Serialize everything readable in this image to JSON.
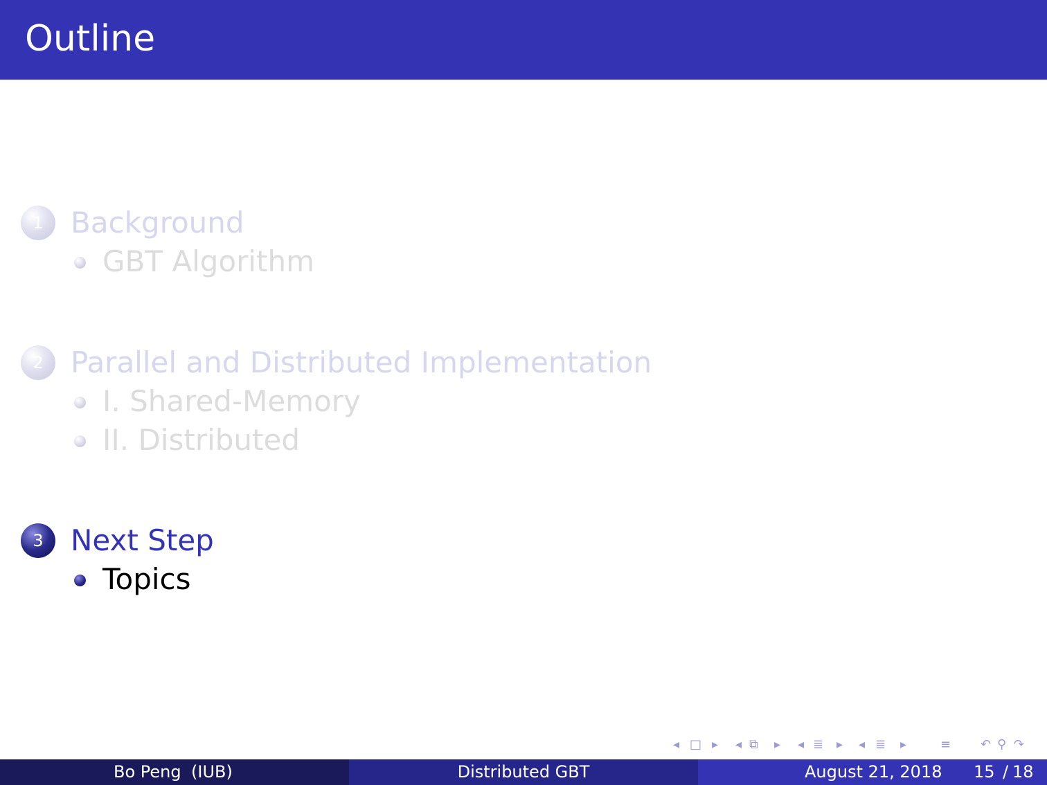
{
  "slide": {
    "title": "Outline"
  },
  "toc": [
    {
      "number": "1",
      "label": "Background",
      "state": "faded",
      "subsections": [
        "GBT Algorithm"
      ]
    },
    {
      "number": "2",
      "label": "Parallel and Distributed Implementation",
      "state": "faded",
      "subsections": [
        "I. Shared-Memory",
        "II. Distributed"
      ]
    },
    {
      "number": "3",
      "label": "Next Step",
      "state": "active",
      "subsections": [
        "Topics"
      ]
    }
  ],
  "navigation": {
    "icons": [
      "nav-prev-frame-icon",
      "nav-frame-icon",
      "nav-next-frame-icon",
      "nav-prev-subsection-icon",
      "nav-subsection-icon",
      "nav-next-subsection-icon",
      "nav-prev-section-icon",
      "nav-section-icon",
      "nav-next-section-icon",
      "nav-prev-chapter-icon",
      "nav-chapter-icon",
      "nav-next-chapter-icon",
      "nav-document-icon",
      "nav-back-icon",
      "nav-search-icon",
      "nav-forward-icon"
    ]
  },
  "footer": {
    "author": "Bo Peng",
    "institute": "(IUB)",
    "title": "Distributed GBT",
    "date": "August 21, 2018",
    "page": "15",
    "page_sep": "/",
    "total": "18"
  },
  "colors": {
    "header": "#3333b3",
    "footer_left": "#1a1a5a",
    "footer_mid": "#26268a",
    "footer_right": "#3333b3",
    "active_text": "#3333b3",
    "faded_text": "#d6d6ee"
  }
}
